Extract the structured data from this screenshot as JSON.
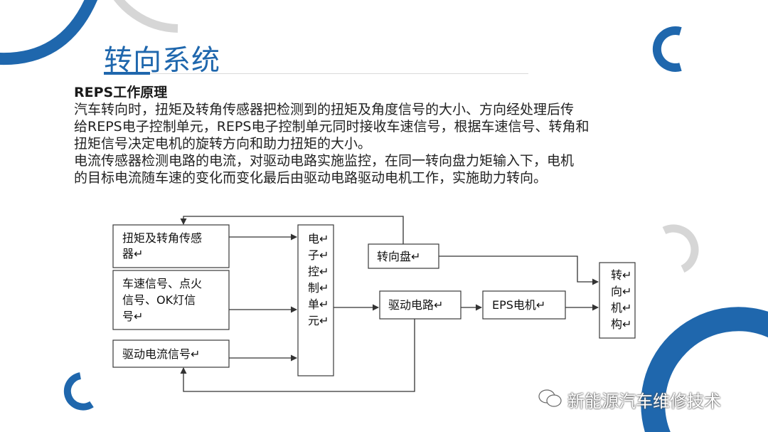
{
  "slide": {
    "title": "转向系统",
    "subheading": "REPS工作原理",
    "paragraph_lines": [
      "汽车转向时，扭矩及转角传感器把检测到的扭矩及角度信号的大小、方向经处理后传",
      "给REPS电子控制单元，REPS电子控制单元同时接收车速信号，根据车速信号、转角和",
      "扭矩信号决定电机的旋转方向和助力扭矩的大小。",
      "电流传感器检测电路的电流，对驱动电路实施监控，在同一转向盘力矩输入下，电机",
      "的目标电流随车速的变化而变化最后由驱动电路驱动电机工作，实施助力转向。"
    ],
    "watermark": "新能源汽车维修技术"
  },
  "diagram": {
    "nodes": {
      "torque_sensor": [
        "扭矩及转角传感",
        "器↵"
      ],
      "vehicle_signals": [
        "车速信号、点火",
        "信号、OK灯信",
        "号↵"
      ],
      "drive_current_signal": [
        "驱动电流信号↵"
      ],
      "ecu": [
        "电↵",
        "子↵",
        "控↵",
        "制↵",
        "单↵",
        "元↵"
      ],
      "steering_wheel": [
        "转向盘↵"
      ],
      "drive_circuit": [
        "驱动电路↵"
      ],
      "eps_motor": [
        "EPS电机↵"
      ],
      "steering_mechanism": [
        "转↵",
        "向↵",
        "机↵",
        "构↵"
      ]
    },
    "edges": [
      {
        "from": "torque_sensor",
        "to": "ecu"
      },
      {
        "from": "vehicle_signals",
        "to": "ecu"
      },
      {
        "from": "drive_current_signal",
        "to": "ecu"
      },
      {
        "from": "ecu",
        "to": "drive_circuit"
      },
      {
        "from": "drive_circuit",
        "to": "eps_motor"
      },
      {
        "from": "eps_motor",
        "to": "steering_mechanism"
      },
      {
        "from": "steering_wheel",
        "to": "steering_mechanism"
      },
      {
        "from": "steering_wheel",
        "to": "torque_sensor"
      },
      {
        "from": "drive_circuit",
        "to": "drive_current_signal"
      }
    ]
  },
  "colors": {
    "accent": "#1f67ad",
    "decor_gray": "#d6d6d6"
  }
}
